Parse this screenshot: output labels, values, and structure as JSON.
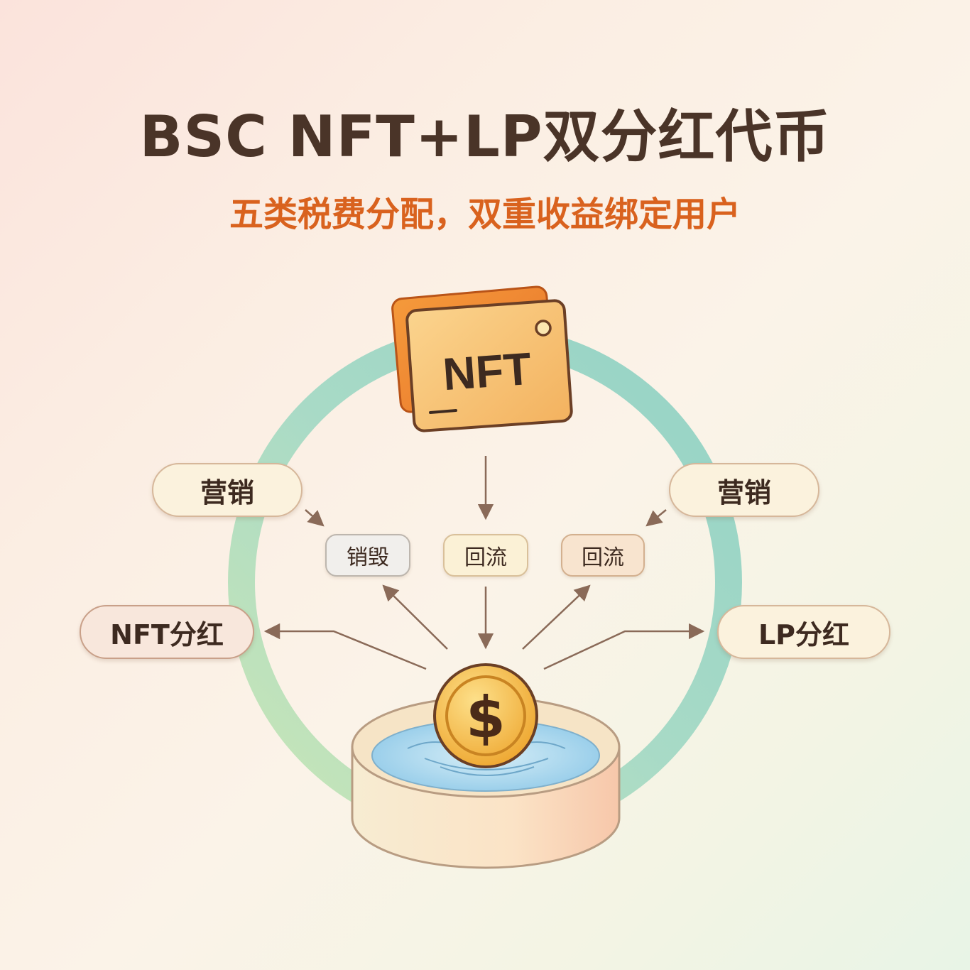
{
  "header": {
    "title": "BSC NFT+LP双分红代币",
    "subtitle": "五类税费分配，双重收益绑定用户"
  },
  "nft_card": {
    "label": "NFT"
  },
  "coin": {
    "symbol": "$"
  },
  "nodes": {
    "marketing_left": "营销",
    "marketing_right": "营销",
    "burn": "销毁",
    "reflow_center": "回流",
    "reflow_right": "回流",
    "nft_dividend": "NFT分红",
    "lp_dividend": "LP分红"
  },
  "colors": {
    "title": "#4a3428",
    "subtitle": "#d9621e",
    "ring": "#a9d9c4",
    "nft_card": "#f5b566",
    "coin": "#f2b43a",
    "water": "#a9d6ee"
  }
}
